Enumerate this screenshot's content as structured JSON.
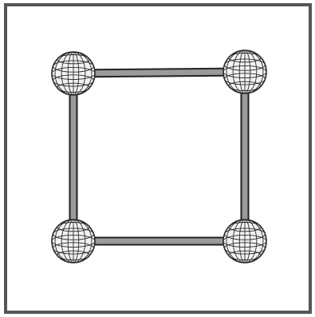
{
  "diagram": {
    "type": "node-link",
    "topology": "square-cycle",
    "nodes": [
      {
        "id": "top-left",
        "shape": "wireframe-sphere"
      },
      {
        "id": "top-right",
        "shape": "wireframe-sphere"
      },
      {
        "id": "bottom-left",
        "shape": "wireframe-sphere"
      },
      {
        "id": "bottom-right",
        "shape": "wireframe-sphere"
      }
    ],
    "edges": [
      {
        "id": "top",
        "from": "top-left",
        "to": "top-right",
        "style": "double-line-tube"
      },
      {
        "id": "right",
        "from": "top-right",
        "to": "bottom-right",
        "style": "double-line-tube"
      },
      {
        "id": "bottom",
        "from": "bottom-left",
        "to": "bottom-right",
        "style": "double-line-tube"
      },
      {
        "id": "left",
        "from": "top-left",
        "to": "bottom-left",
        "style": "double-line-tube"
      }
    ]
  },
  "colors": {
    "background": "#ffffff",
    "frame": "#555555",
    "tube_fill": "#9a9a9a",
    "tube_outline": "#222222",
    "sphere_fill": "#f2f2f2",
    "sphere_wire": "#2a2a2a"
  }
}
